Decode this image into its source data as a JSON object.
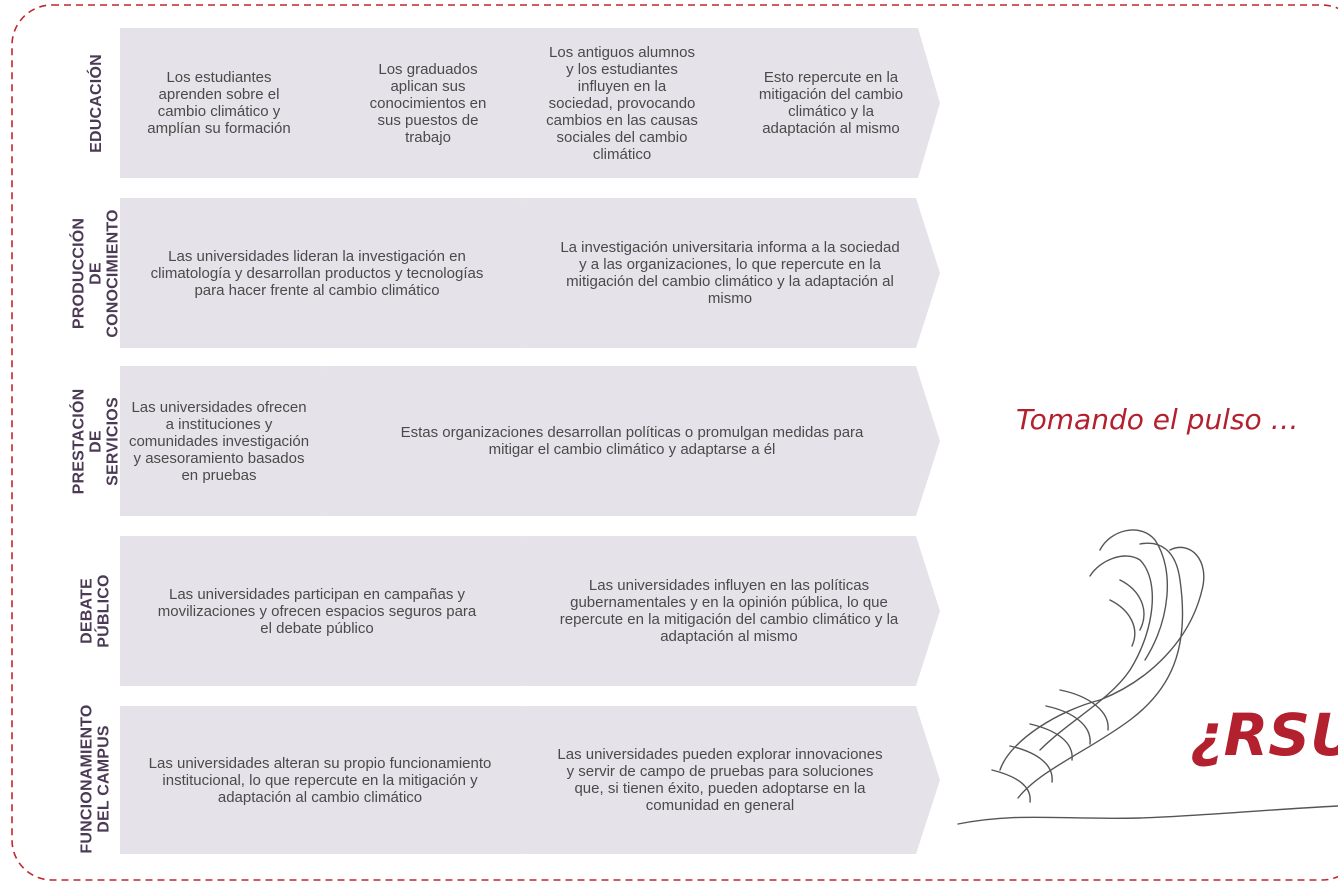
{
  "rows": [
    {
      "label": "EDUCACIÓN",
      "steps": [
        "Los estudiantes aprenden sobre el cambio climático y amplían su formación",
        "Los graduados aplican sus conocimientos en sus puestos de trabajo",
        "Los antiguos alumnos y los estudiantes influyen en la sociedad, provocando cambios en las causas sociales del cambio climático",
        "Esto repercute en la mitigación del cambio climático y la adaptación al mismo"
      ]
    },
    {
      "label": "PRODUCCIÓN DE CONOCIMIENTO",
      "steps": [
        "Las universidades lideran la investigación en climatología y desarrollan productos y tecnologías para hacer frente al cambio climático",
        "La investigación universitaria informa a la sociedad y a las organizaciones, lo que repercute en la mitigación del cambio climático y la adaptación al mismo"
      ]
    },
    {
      "label": "PRESTACIÓN DE SERVICIOS",
      "steps": [
        "Las universidades ofrecen a instituciones y comunidades investigación y asesoramiento basados en pruebas",
        "Estas organizaciones desarrollan políticas o promulgan medidas para mitigar el cambio climático y adaptarse a él"
      ]
    },
    {
      "label": "DEBATE PÚBLICO",
      "steps": [
        "Las universidades participan en campañas y movilizaciones y ofrecen espacios seguros para el debate público",
        "Las universidades influyen en las políticas gubernamentales y en la opinión pública, lo que repercute en la mitigación del cambio climático y la adaptación al mismo"
      ]
    },
    {
      "label": "FUNCIONAMIENTO DEL CAMPUS",
      "steps": [
        "Las universidades alteran su propio funcionamiento institucional, lo que repercute en la mitigación y adaptación al cambio climático",
        "Las universidades pueden explorar innovaciones y servir de campo de pruebas para soluciones que, si tienen éxito, pueden adoptarse en la comunidad en general"
      ]
    }
  ],
  "side_text": "Tomando el pulso …",
  "brand": "¿RSU",
  "colors": {
    "accent": "#b3202e",
    "chevron_fill": "#e6e2e9",
    "label_text": "#4b3a55",
    "body_text": "#4a4a4a",
    "frame_dash": "#c0272d"
  }
}
